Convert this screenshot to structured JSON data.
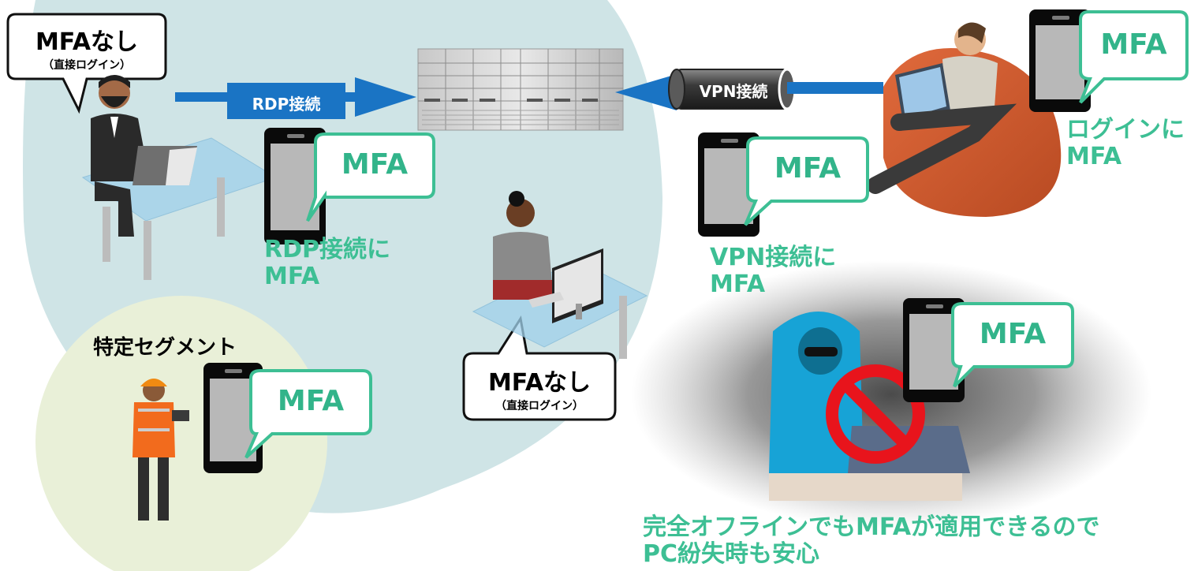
{
  "left_bubble": {
    "title": "MFAなし",
    "subtitle": "（直接ログイン）"
  },
  "center_bubble": {
    "title": "MFAなし",
    "subtitle": "（直接ログイン）"
  },
  "rdp": {
    "arrow_label": "RDP接続",
    "mfa": "MFA",
    "caption_line1": "RDP接続に",
    "caption_line2": "MFA"
  },
  "vpn": {
    "pipe_label": "VPN接続",
    "mfa": "MFA",
    "caption_line1": "VPN接続に",
    "caption_line2": "MFA"
  },
  "remote_user": {
    "mfa": "MFA",
    "caption_line1": "ログインに",
    "caption_line2": "MFA"
  },
  "segment": {
    "title": "特定セグメント",
    "mfa": "MFA"
  },
  "offline": {
    "mfa": "MFA",
    "caption_line1": "完全オフラインでもMFAが適用できるので",
    "caption_line2": "PC紛失時も安心"
  },
  "colors": {
    "network_zone": "#cfe4e6",
    "segment_zone": "#e9f0d8",
    "accent_green": "#3dbf94",
    "arrow_blue": "#1a74c4",
    "block_red": "#e8141c"
  }
}
